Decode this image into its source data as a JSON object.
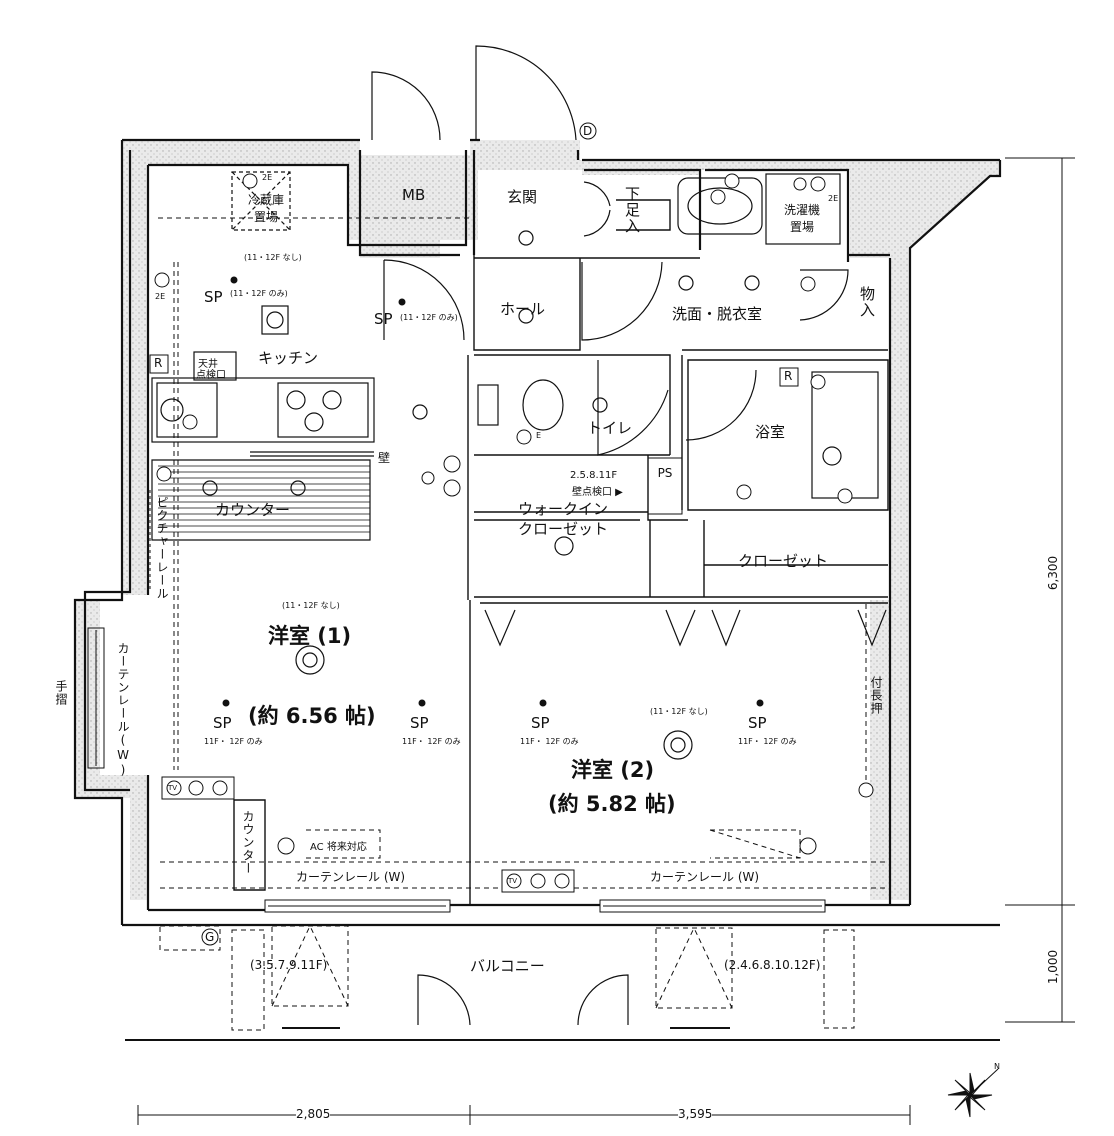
{
  "rooms": {
    "mb": "MB",
    "genkan": "玄関",
    "getabako": "下足入",
    "hall": "ホール",
    "senmen": "洗面・脱衣室",
    "mono": "物入",
    "kitchen": "キッチン",
    "toilet": "トイレ",
    "bath": "浴室",
    "wic_line1": "ウォークイン",
    "wic_line2": "クローゼット",
    "closet": "クローゼット",
    "counter": "カウンター",
    "counter2": "カウンター",
    "room1_name": "洋室 (1)",
    "room1_size": "(約 6.56 帖)",
    "room2_name": "洋室 (2)",
    "room2_size": "(約 5.82 帖)",
    "balcony": "バルコニー",
    "ps": "PS"
  },
  "labels": {
    "reizouko_line1": "冷蔵庫",
    "reizouko_line2": "置場",
    "sentakuki_line1": "洗濯機",
    "sentakuki_line2": "置場",
    "tenjou_line1": "天井",
    "tenjou_line2": "点検口",
    "kabe": "壁",
    "picture_rail": "ピクチャーレール",
    "curtain_rail_v": "カーテンレール(W)",
    "tesuri": "手摺",
    "tsuke_nageshi": "付長押",
    "curtain_rail_w1": "カーテンレール (W)",
    "curtain_rail_w2": "カーテンレール (W)",
    "ac_future": "AC 将来対応",
    "kabe_tenken_line1": "2.5.8.11F",
    "kabe_tenken_line2": "壁点検口 ▶",
    "floors_left": "(3.5.7.9.11F)",
    "floors_right": "(2.4.6.8.10.12F)",
    "no_1112": "(11・12F なし)",
    "sp": "SP",
    "sp_1112_a": "(11・12F のみ)",
    "sp_1112_b": "(11・12F のみ)",
    "sp_1112_small": "11F・ 12F のみ",
    "r_mark": "R",
    "d_mark": "D",
    "g_mark": "G",
    "e_mark": "E",
    "twoe": "2E",
    "tv": "TV"
  },
  "dimensions": {
    "width_left": "2,805",
    "width_right": "3,595",
    "depth_main": "6,300",
    "depth_balcony": "1,000"
  },
  "compass": {
    "north": "N"
  }
}
